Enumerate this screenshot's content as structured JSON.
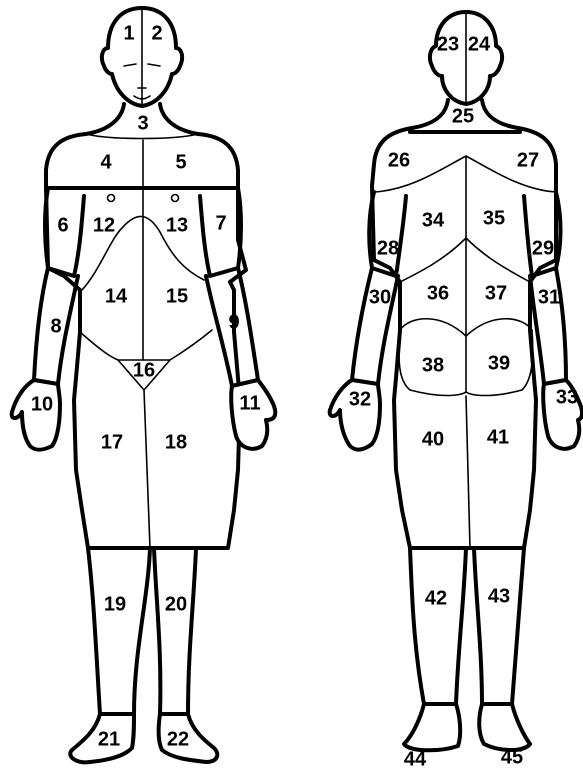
{
  "figure": "body regions front and back",
  "front_view": {
    "regions": [
      {
        "id": "1",
        "label": "1"
      },
      {
        "id": "2",
        "label": "2"
      },
      {
        "id": "3",
        "label": "3"
      },
      {
        "id": "4",
        "label": "4"
      },
      {
        "id": "5",
        "label": "5"
      },
      {
        "id": "6",
        "label": "6"
      },
      {
        "id": "7",
        "label": "7"
      },
      {
        "id": "8",
        "label": "8"
      },
      {
        "id": "9",
        "label": "9"
      },
      {
        "id": "10",
        "label": "10"
      },
      {
        "id": "11",
        "label": "11"
      },
      {
        "id": "12",
        "label": "12"
      },
      {
        "id": "13",
        "label": "13"
      },
      {
        "id": "14",
        "label": "14"
      },
      {
        "id": "15",
        "label": "15"
      },
      {
        "id": "16",
        "label": "16"
      },
      {
        "id": "17",
        "label": "17"
      },
      {
        "id": "18",
        "label": "18"
      },
      {
        "id": "19",
        "label": "19"
      },
      {
        "id": "20",
        "label": "20"
      },
      {
        "id": "21",
        "label": "21"
      },
      {
        "id": "22",
        "label": "22"
      }
    ]
  },
  "back_view": {
    "regions": [
      {
        "id": "23",
        "label": "23"
      },
      {
        "id": "24",
        "label": "24"
      },
      {
        "id": "25",
        "label": "25"
      },
      {
        "id": "26",
        "label": "26"
      },
      {
        "id": "27",
        "label": "27"
      },
      {
        "id": "28",
        "label": "28"
      },
      {
        "id": "29",
        "label": "29"
      },
      {
        "id": "30",
        "label": "30"
      },
      {
        "id": "31",
        "label": "31"
      },
      {
        "id": "32",
        "label": "32"
      },
      {
        "id": "33",
        "label": "33"
      },
      {
        "id": "34",
        "label": "34"
      },
      {
        "id": "35",
        "label": "35"
      },
      {
        "id": "36",
        "label": "36"
      },
      {
        "id": "37",
        "label": "37"
      },
      {
        "id": "38",
        "label": "38"
      },
      {
        "id": "39",
        "label": "39"
      },
      {
        "id": "40",
        "label": "40"
      },
      {
        "id": "41",
        "label": "41"
      },
      {
        "id": "42",
        "label": "42"
      },
      {
        "id": "43",
        "label": "43"
      },
      {
        "id": "44",
        "label": "44"
      },
      {
        "id": "45",
        "label": "45"
      }
    ]
  }
}
